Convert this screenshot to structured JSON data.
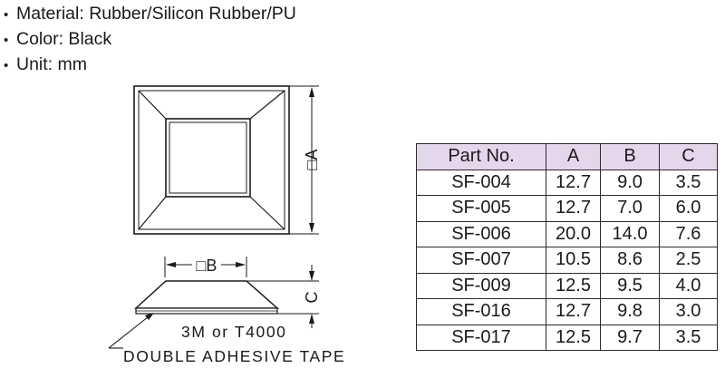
{
  "specs": [
    {
      "bullet": "•",
      "text": "Material: Rubber/Silicon Rubber/PU"
    },
    {
      "bullet": "•",
      "text": "Color: Black"
    },
    {
      "bullet": "•",
      "text": "Unit: mm"
    }
  ],
  "drawing": {
    "dim_a": "□A",
    "dim_b": "□B",
    "dim_c": "C",
    "tape_line1": "3M  or  T4000",
    "tape_line2": "DOUBLE  ADHESIVE  TAPE"
  },
  "table": {
    "headers": [
      "Part No.",
      "A",
      "B",
      "C"
    ],
    "rows": [
      [
        "SF-004",
        "12.7",
        "9.0",
        "3.5"
      ],
      [
        "SF-005",
        "12.7",
        "7.0",
        "6.0"
      ],
      [
        "SF-006",
        "20.0",
        "14.0",
        "7.6"
      ],
      [
        "SF-007",
        "10.5",
        "8.6",
        "2.5"
      ],
      [
        "SF-009",
        "12.5",
        "9.5",
        "4.0"
      ],
      [
        "SF-016",
        "12.7",
        "9.8",
        "3.0"
      ],
      [
        "SF-017",
        "12.5",
        "9.7",
        "3.5"
      ]
    ],
    "header_color": "#e6d6ec"
  }
}
